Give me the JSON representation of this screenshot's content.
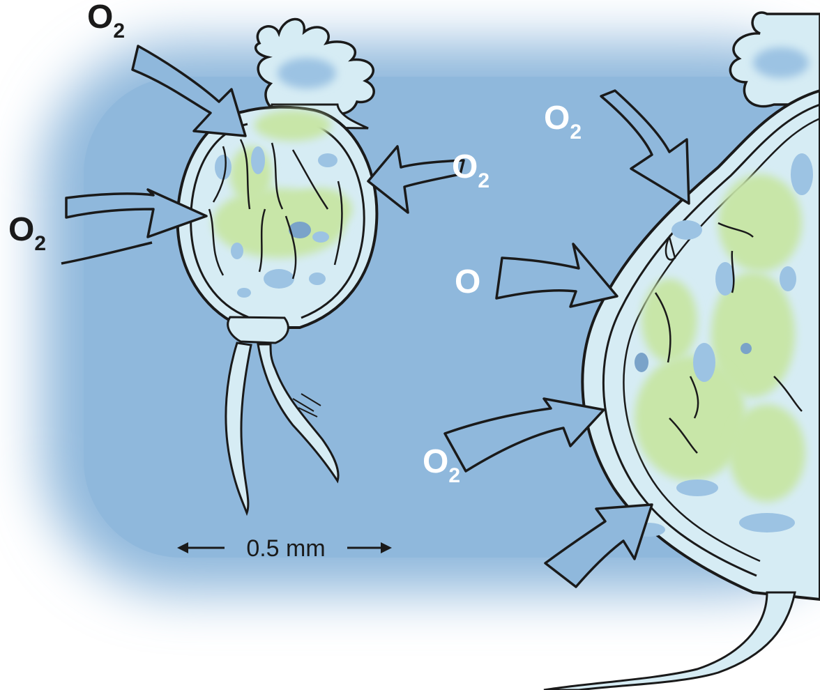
{
  "colors": {
    "water": "#8fb8dc",
    "cell_fill": "#d6ecf4",
    "cell_blue": "#9cc3e3",
    "chloroplast": "#c8e6a8",
    "arrow_fill": "#8fb8dc",
    "outline": "#1a1a1a",
    "label_dark": "#1a1a1a",
    "label_light": "#ffffff"
  },
  "left_organism": {
    "labels": [
      {
        "base": "O",
        "sub": "2",
        "color": "label_dark"
      },
      {
        "base": "O",
        "sub": "2",
        "color": "label_light"
      },
      {
        "base": "O",
        "sub": "2",
        "color": "label_dark"
      }
    ],
    "scale_bar": "0.5 mm"
  },
  "right_organism": {
    "labels": [
      {
        "base": "O",
        "sub": "2",
        "color": "label_light"
      },
      {
        "base": "O",
        "sub": "",
        "color": "label_light"
      },
      {
        "base": "O",
        "sub": "2",
        "color": "label_light"
      }
    ]
  },
  "icons": [
    "rotifer-cell-illustration",
    "cell-wall-closeup-illustration",
    "arrow-icon"
  ]
}
